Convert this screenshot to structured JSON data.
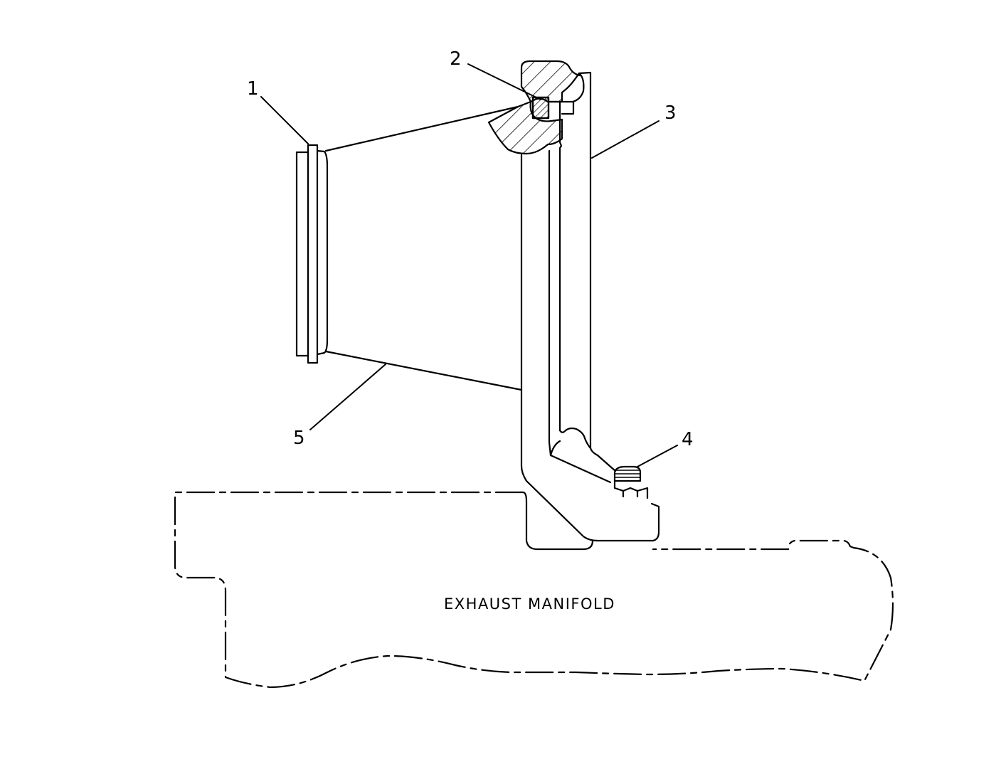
{
  "callouts": {
    "c1": "1",
    "c2": "2",
    "c3": "3",
    "c4": "4",
    "c5": "5"
  },
  "manifold_label": "EXHAUST MANIFOLD",
  "colors": {
    "line": "#000000",
    "background": "#ffffff"
  }
}
